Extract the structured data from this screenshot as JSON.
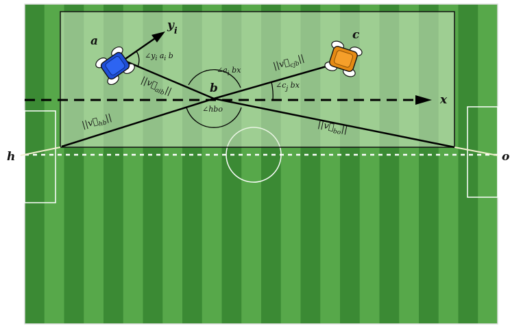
{
  "points": {
    "a": "a",
    "b": "b",
    "c": "c",
    "h": "h",
    "o": "o"
  },
  "axes": {
    "x": "x",
    "y": "y",
    "y_sub": "i"
  },
  "angles": {
    "yi_ai_b": {
      "main": "∠y",
      "s1": "i",
      "mid": " a",
      "s2": "i",
      "end": " b"
    },
    "ai_bx": {
      "main": "∠a",
      "sub": "i",
      "end": " bx"
    },
    "cj_bx": {
      "main": "∠c",
      "sub": "j",
      "end": " bx"
    },
    "hbo": "∠hbo"
  },
  "vectors": {
    "aib": {
      "pre": "||",
      "v": "v⃗",
      "sub": "aib",
      "post": "||"
    },
    "cjb": {
      "pre": "||",
      "v": "v⃗",
      "sub": "cjb",
      "post": "||"
    },
    "hb": {
      "pre": "||",
      "v": "v⃗",
      "sub": "hb",
      "post": "||"
    },
    "bo": {
      "pre": "||",
      "v": "v⃗",
      "sub": "bo",
      "post": "||"
    }
  },
  "colors": {
    "stripe_dark": "#3b8a34",
    "stripe_light": "#57a84a",
    "overlay": "#cfe6c3",
    "robot_a": "#1f4fd6",
    "robot_c": "#e58a14",
    "line": "#000000",
    "field_line": "#ffffff",
    "goal_line": "#f2f0cf"
  }
}
